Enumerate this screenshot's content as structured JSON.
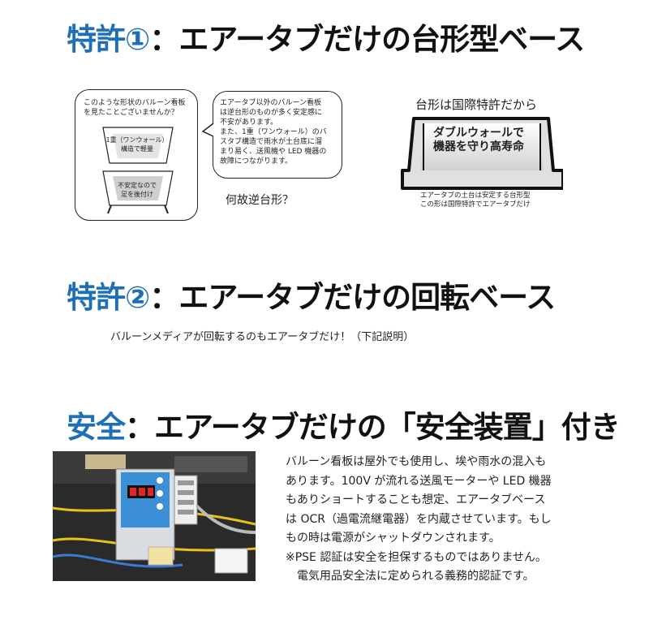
{
  "sections": {
    "patent1": {
      "prefix": "特許①",
      "title": "：エアータブだけの台形型ベース",
      "bubble_left": {
        "question": "このような形状のバルーン看板\nを見たことございませんか？",
        "top_label": "1重（ワンウォール）\n構造で軽量",
        "bottom_label": "不安定なので\n足を後付け"
      },
      "bubble_right": {
        "text": "エアータブ以外のバルーン看板\nは逆台形のものが多く安定感に\n不安があります。\nまた、1重（ワンウォール）のバ\nスタブ構造で雨水が土台底に溜\nまり易く、送風機や LED 機器の\n故障につながります。"
      },
      "why": "何故逆台形？",
      "right_title": "台形は国際特許だから",
      "base_label": "ダブルウォールで\n機器を守り高寿命",
      "base_caption": "エアータブの土台は安定する台形型\nこの形は国際特許でエアータブだけ"
    },
    "patent2": {
      "prefix": "特許②",
      "title": "：エアータブだけの回転ベース",
      "body": "バルーンメディアが回転するのもエアータブだけ！（下記説明）"
    },
    "safety": {
      "prefix": "安全",
      "title": "：エアータブだけの「安全装置」付き",
      "body": "バルーン看板は屋外でも使用し、埃や雨水の混入も\nあります。100V が流れる送風モーターや LED 機器\nもありショートすることも想定、エアータブベース\nは OCR（過電流継電器）を内蔵させています。もし\nもの時は電源がシャットダウンされます。\n※PSE 認証は安全を担保するものではありません。\n　電気用品安全法に定められる義務的認証です。"
    }
  },
  "colors": {
    "accent": "#1f6fb7",
    "text": "#231f20"
  }
}
